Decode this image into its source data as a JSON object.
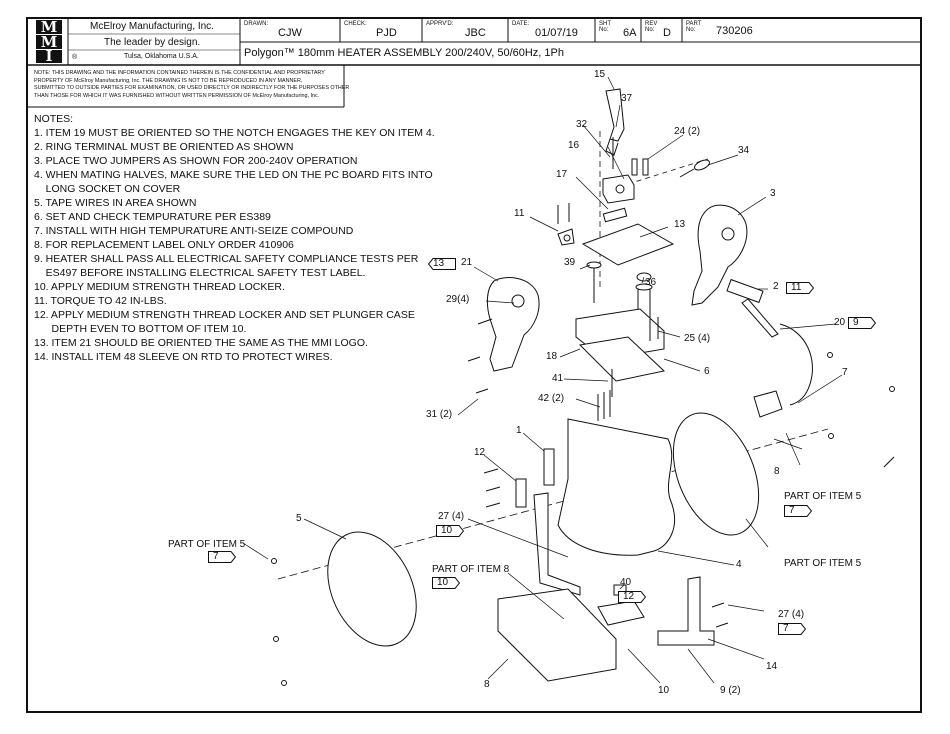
{
  "title_block": {
    "logo_letters": [
      "M",
      "M",
      "I"
    ],
    "company_name": "McElroy Manufacturing, Inc.",
    "tagline": "The leader by design.",
    "location": "Tulsa, Oklahoma U.S.A.",
    "registered_mark": "®",
    "drawn_label": "DRAWN:",
    "drawn_value": "CJW",
    "check_label": "CHECK:",
    "check_value": "PJD",
    "apprvd_label": "APPRV'D:",
    "apprvd_value": "JBC",
    "date_label": "DATE:",
    "date_value": "01/07/19",
    "sht_label": "SHT No:",
    "sht_value": "6A",
    "rev_label": "REV No:",
    "rev_value": "D",
    "part_label": "PART No:",
    "part_value": "730206",
    "description": "Polygon™ 180mm HEATER ASSEMBLY 200/240V, 50/60Hz, 1Ph"
  },
  "confidential_notice": [
    "NOTE: THIS DRAWING AND THE INFORMATION CONTAINED THEREIN IS THE CONFIDENTIAL AND PROPRIETARY",
    "PROPERTY OF McElroy Manufacturing, Inc. THE DRAWING IS NOT TO BE REPRODUCED IN ANY MANNER,",
    "SUBMITTED TO OUTSIDE PARTIES FOR EXAMINATION, OR USED DIRECTLY OR INDIRECTLY FOR THE PURPOSES OTHER",
    "THAN THOSE FOR WHICH IT WAS FURNISHED WITHOUT WRITTEN PERMISSION OF McElroy Manufacturing, Inc."
  ],
  "notes": {
    "heading": "NOTES:",
    "lines": [
      "1. ITEM 19 MUST BE ORIENTED SO THE NOTCH ENGAGES THE KEY ON ITEM 4.",
      "2. RING TERMINAL MUST BE ORIENTED AS SHOWN",
      "3. PLACE TWO JUMPERS AS SHOWN FOR 200-240V OPERATION",
      "4. WHEN MATING HALVES, MAKE SURE THE LED ON THE PC BOARD FITS INTO",
      "    LONG SOCKET ON COVER",
      "5. TAPE WIRES IN AREA SHOWN",
      "6. SET AND CHECK TEMPURATURE PER ES389",
      "7. INSTALL WITH HIGH TEMPURATURE ANTI-SEIZE COMPOUND",
      "8. FOR REPLACEMENT LABEL ONLY ORDER 410906",
      "9. HEATER SHALL PASS ALL ELECTRICAL SAFETY COMPLIANCE TESTS PER",
      "    ES497 BEFORE INSTALLING ELECTRICAL SAFETY TEST LABEL.",
      "10. APPLY MEDIUM STRENGTH THREAD LOCKER.",
      "11. TORQUE TO 42 IN-LBS.",
      "12. APPLY MEDIUM STRENGTH THREAD LOCKER AND SET PLUNGER CASE",
      "      DEPTH EVEN TO BOTTOM OF ITEM 10.",
      "13. ITEM 21 SHOULD BE ORIENTED THE SAME AS THE MMI LOGO.",
      "14. INSTALL ITEM 48 SLEEVE ON RTD TO PROTECT WIRES."
    ]
  },
  "callouts": {
    "c15": "15",
    "c37": "37",
    "c32": "32",
    "c24": "24 (2)",
    "c16": "16",
    "c34": "34",
    "c17": "17",
    "c3": "3",
    "c11": "11",
    "c13": "13",
    "c39": "39",
    "c21": "21",
    "c36": "36",
    "c2": "2",
    "c29": "29(4)",
    "c25": "25 (4)",
    "c20": "20",
    "c18": "18",
    "c6": "6",
    "c41": "41",
    "c7": "7",
    "c42": "42 (2)",
    "c31": "31 (2)",
    "c1": "1",
    "c12": "12",
    "c8b": "8",
    "c27a": "27 (4)",
    "c4": "4",
    "c5": "5",
    "c40": "40",
    "c27b": "27 (4)",
    "c14": "14",
    "c8": "8",
    "c10": "10",
    "c9": "9 (2)"
  },
  "part_of_refs": {
    "left": "PART OF ITEM 5",
    "right_top": "PART OF ITEM 5",
    "right_mid": "PART OF ITEM 5",
    "item8": "PART OF ITEM 8"
  },
  "balloons": {
    "b13": "13",
    "b11": "11",
    "b9": "9",
    "b7a": "7",
    "b7b": "7",
    "b7c": "7",
    "b10a": "10",
    "b10b": "10",
    "b12": "12"
  }
}
